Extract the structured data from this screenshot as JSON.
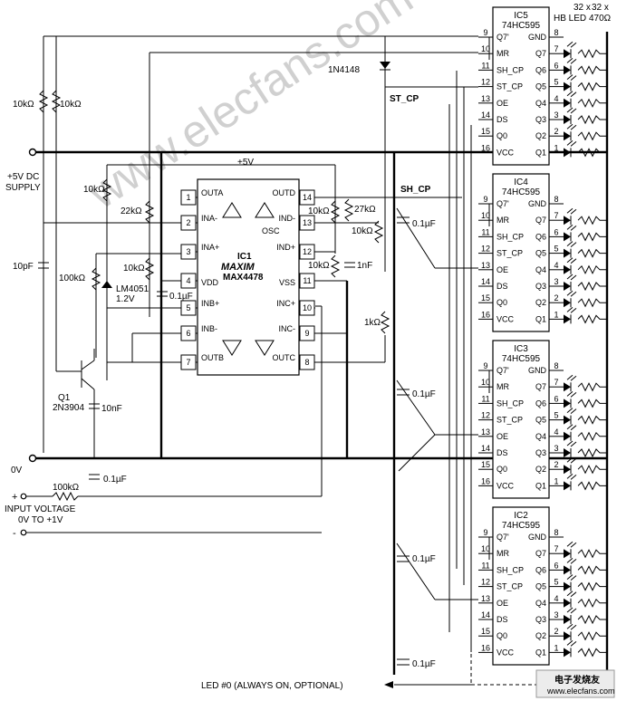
{
  "watermark": "www.elecfans.com",
  "supply": {
    "label_line1": "+5V DC",
    "label_line2": "SUPPLY",
    "rail": "+5V",
    "ground": "0V"
  },
  "input": {
    "label_line1": "INPUT VOLTAGE",
    "label_line2": "0V TO +1V",
    "plus": "+",
    "minus": "-",
    "resistor": "100kΩ",
    "cap": "0.1µF"
  },
  "components": {
    "r_top_left1": "10kΩ",
    "r_top_left2": "10kΩ",
    "c_10pf": "10pF",
    "r_22k": "22kΩ",
    "r_10k_a": "10kΩ",
    "r_10k_b": "10kΩ",
    "r_100k": "100kΩ",
    "ref_name": "LM4051",
    "ref_value": "1.2V",
    "c_01_vdd": "0.1µF",
    "q_name": "Q1",
    "q_part": "2N3904",
    "c_10nf": "10nF",
    "r_10k_osc1": "10kΩ",
    "r_27k": "27kΩ",
    "r_10k_osc2": "10kΩ",
    "r_10k_osc3": "10kΩ",
    "c_1nf": "1nF",
    "r_1k": "1kΩ",
    "diode": "1N4148",
    "c_bypass": "0.1µF"
  },
  "ic1": {
    "name": "IC1",
    "brand": "MAXIM",
    "part": "MAX4478",
    "left_pins": [
      {
        "num": "1",
        "label": "OUTA"
      },
      {
        "num": "2",
        "label": "INA-"
      },
      {
        "num": "3",
        "label": "INA+"
      },
      {
        "num": "4",
        "label": "VDD"
      },
      {
        "num": "5",
        "label": "INB+"
      },
      {
        "num": "6",
        "label": "INB-"
      },
      {
        "num": "7",
        "label": "OUTB"
      }
    ],
    "right_pins": [
      {
        "num": "14",
        "label": "OUTD"
      },
      {
        "num": "13",
        "label": "IND-"
      },
      {
        "num": "12",
        "label": "IND+"
      },
      {
        "num": "11",
        "label": "VSS"
      },
      {
        "num": "10",
        "label": "INC+"
      },
      {
        "num": "9",
        "label": "INC-"
      },
      {
        "num": "8",
        "label": "OUTC"
      }
    ],
    "osc": "OSC"
  },
  "signals": {
    "st_cp": "ST_CP",
    "sh_cp": "SH_CP"
  },
  "led_header": {
    "line1a": "32 x",
    "line1b": "32 x",
    "line2a": "HB LED",
    "line2b": "470Ω"
  },
  "shift_regs": [
    {
      "name": "IC5",
      "part": "74HC595"
    },
    {
      "name": "IC4",
      "part": "74HC595"
    },
    {
      "name": "IC3",
      "part": "74HC595"
    },
    {
      "name": "IC2",
      "part": "74HC595"
    }
  ],
  "sr_left_pins": [
    {
      "num": "9",
      "label": "Q7'"
    },
    {
      "num": "10",
      "label": "MR"
    },
    {
      "num": "11",
      "label": "SH_CP"
    },
    {
      "num": "12",
      "label": "ST_CP"
    },
    {
      "num": "13",
      "label": "OE"
    },
    {
      "num": "14",
      "label": "DS"
    },
    {
      "num": "15",
      "label": "Q0"
    },
    {
      "num": "16",
      "label": "VCC"
    }
  ],
  "sr_right_pins": [
    {
      "num": "8",
      "label": "GND"
    },
    {
      "num": "7",
      "label": "Q7"
    },
    {
      "num": "6",
      "label": "Q6"
    },
    {
      "num": "5",
      "label": "Q5"
    },
    {
      "num": "4",
      "label": "Q4"
    },
    {
      "num": "3",
      "label": "Q3"
    },
    {
      "num": "2",
      "label": "Q2"
    },
    {
      "num": "1",
      "label": "Q1"
    }
  ],
  "led0_note": "LED #0 (ALWAYS ON, OPTIONAL)",
  "corner_logo": {
    "cn": "电子发烧友",
    "url": "www.elecfans.com"
  }
}
